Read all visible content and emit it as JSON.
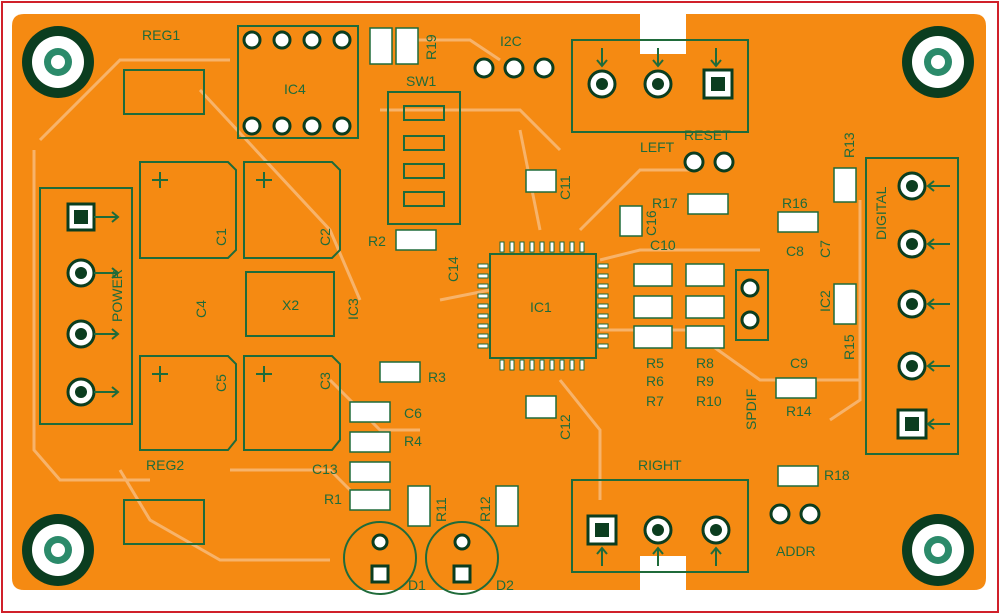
{
  "colors": {
    "copper": "#F58A12",
    "silk": "#1f6b3a",
    "trace": "#F7B36A",
    "hole": "#ffffff",
    "border": "#d0202a"
  },
  "labels": {
    "reg1": "REG1",
    "reg2": "REG2",
    "ic4": "IC4",
    "sw1": "SW1",
    "r19": "R19",
    "i2c": "I2C",
    "left": "LEFT",
    "reset": "RESET",
    "power": "POWER",
    "c1": "C1",
    "c2": "C2",
    "c3": "C3",
    "c4": "C4",
    "c5": "C5",
    "x2": "X2",
    "r2": "R2",
    "c14": "C14",
    "ic3": "IC3",
    "ic1": "IC1",
    "c11": "C11",
    "c16": "C16",
    "c10": "C10",
    "r17": "R17",
    "r16": "R16",
    "c8": "C8",
    "c7": "C7",
    "ic2": "IC2",
    "r13": "R13",
    "digital": "DIGITAL",
    "r15": "R15",
    "c9": "C9",
    "r14": "R14",
    "spdif": "SPDIF",
    "r5": "R5",
    "r6": "R6",
    "r7": "R7",
    "r8": "R8",
    "r9": "R9",
    "r10": "R10",
    "r3": "R3",
    "c6": "C6",
    "r4": "R4",
    "c13": "C13",
    "r1": "R1",
    "c12": "C12",
    "r11": "R11",
    "r12": "R12",
    "d1": "D1",
    "d2": "D2",
    "right": "RIGHT",
    "r18": "R18",
    "addr": "ADDR"
  }
}
